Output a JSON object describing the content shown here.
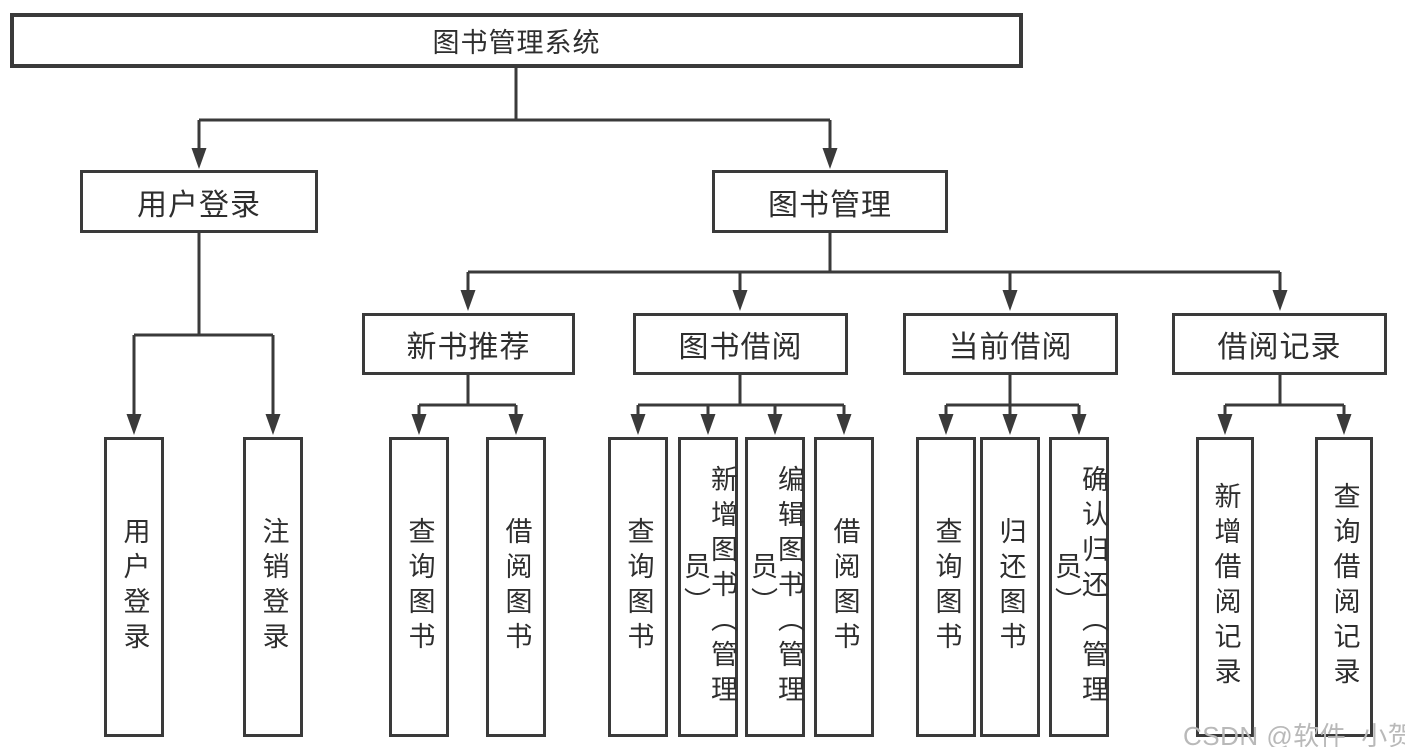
{
  "diagram": {
    "root": {
      "label": "图书管理系统"
    },
    "branches": [
      {
        "label": "用户登录",
        "children": [
          {
            "label": "用户登录"
          },
          {
            "label": "注销登录"
          }
        ]
      },
      {
        "label": "图书管理",
        "children": [
          {
            "label": "新书推荐",
            "children": [
              {
                "label": "查询图书"
              },
              {
                "label": "借阅图书"
              }
            ]
          },
          {
            "label": "图书借阅",
            "children": [
              {
                "label": "查询图书"
              },
              {
                "label": "新增图书（管理员）"
              },
              {
                "label": "编辑图书（管理员）"
              },
              {
                "label": "借阅图书"
              }
            ]
          },
          {
            "label": "当前借阅",
            "children": [
              {
                "label": "查询图书"
              },
              {
                "label": "归还图书"
              },
              {
                "label": "确认归还（管理员）"
              }
            ]
          },
          {
            "label": "借阅记录",
            "children": [
              {
                "label": "新增借阅记录"
              },
              {
                "label": "查询借阅记录"
              }
            ]
          }
        ]
      }
    ]
  },
  "watermark": {
    "text": "CSDN @软件_小贺同学"
  },
  "colors": {
    "line": "#3a3a3a",
    "text": "#2e2e2e",
    "box_background": "#ffffff",
    "watermark": "#b9b9b9",
    "background": "#ffffff"
  }
}
